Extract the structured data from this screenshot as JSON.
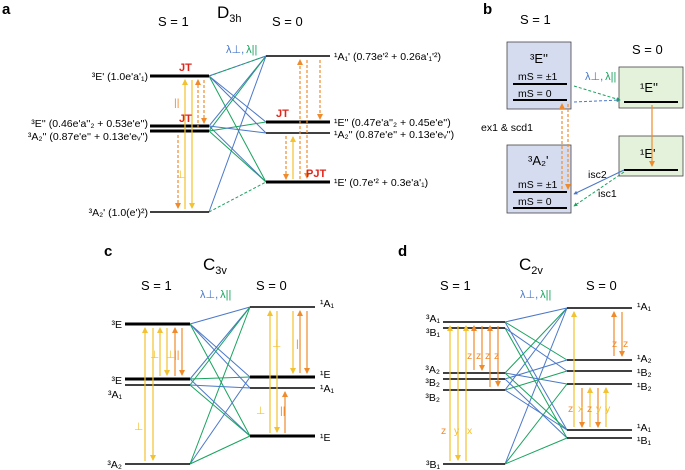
{
  "colors": {
    "perp": "#4a78c8",
    "par": "#18a35e",
    "orange": "#f08b2c",
    "yellow": "#f2c230",
    "jt_red": "#e0261b",
    "box_blue": "#d6dcf0",
    "box_green": "#e4f2dc"
  },
  "panel_a": {
    "panel_label": "a",
    "symmetry": "D3h",
    "symmetry_main": "D",
    "symmetry_sub": "3h",
    "spin1": "S = 1",
    "spin0": "S = 0",
    "lambda_perp": "λ⊥,",
    "lambda_par": "λ||",
    "triplet_labels": [
      "³E' (1.0e'a'₁)",
      "³E'' (0.46e'a''₂ + 0.53e'e'')",
      "³A₂'' (0.87e'e'' + 0.13e'eᵥ'')",
      "³A₂' (1.0(e')²)"
    ],
    "singlet_labels": [
      "¹A₁' (0.73e'² + 0.26a'₁'²)",
      "¹E'' (0.47e'a''₂ + 0.45e'e'')",
      "¹A₂'' (0.87e'e'' + 0.13e'eᵥ'')",
      "¹E' (0.7e'² + 0.3e'a'₁)"
    ],
    "jt1": "JT",
    "jt2": "JT",
    "jt3": "JT",
    "pjt": "PJT",
    "trans_par": "||",
    "trans_perp": "⊥"
  },
  "panel_b": {
    "panel_label": "b",
    "spin1": "S = 1",
    "spin0": "S = 0",
    "lambda_perp": "λ⊥,",
    "lambda_par": "λ||",
    "box_3E": "³E''",
    "box_3A2": "³A₂'",
    "ms_pm": "mS = ±1",
    "ms_0": "mS = 0",
    "box_1E2": "¹E''",
    "box_1E1": "¹E'",
    "ex1": "ex1 & scd1",
    "isc2": "isc2",
    "isc1": "isc1"
  },
  "panel_c": {
    "panel_label": "c",
    "symmetry_main": "C",
    "symmetry_sub": "3v",
    "spin1": "S = 1",
    "spin0": "S = 0",
    "lambda_perp": "λ⊥,",
    "lambda_par": "λ||",
    "triplet_labels": [
      "³E",
      "³E",
      "³A₁",
      "³A₂"
    ],
    "singlet_labels": [
      "¹A₁",
      "¹E",
      "¹A₁",
      "¹E"
    ],
    "trans_perp": "⊥",
    "trans_par": "||"
  },
  "panel_d": {
    "panel_label": "d",
    "symmetry_main": "C",
    "symmetry_sub": "2v",
    "spin1": "S = 1",
    "spin0": "S = 0",
    "lambda_perp": "λ⊥,",
    "lambda_par": "λ||",
    "triplet_labels": [
      "³A₁",
      "³B₁",
      "³A₂",
      "³B₂",
      "³B₂",
      "³B₁"
    ],
    "singlet_labels": [
      "¹A₁",
      "¹A₂",
      "¹B₂",
      "¹B₂",
      "¹A₁",
      "¹B₁"
    ],
    "t_z": "z",
    "t_y": "y",
    "t_x": "x"
  }
}
